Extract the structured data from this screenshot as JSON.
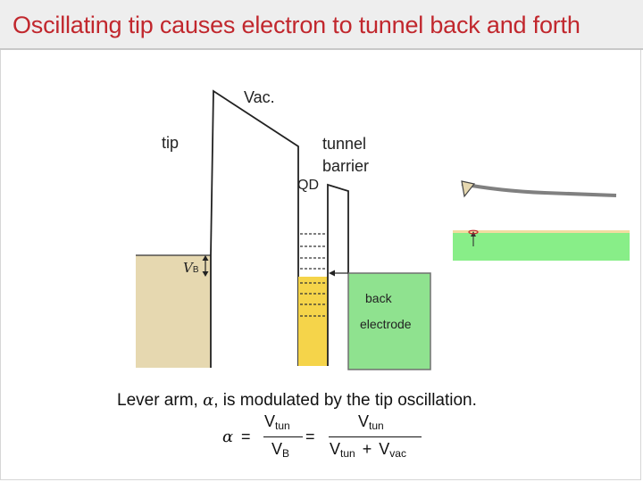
{
  "title": "Oscillating tip causes electron to tunnel back and forth",
  "labels": {
    "vac": "Vac.",
    "tip": "tip",
    "tunnel_barrier_line1": "tunnel",
    "tunnel_barrier_line2": "barrier",
    "qd": "QD",
    "vb_main": "V",
    "vb_sub": "B",
    "back_electrode_line1": "back",
    "back_electrode_line2": "electrode"
  },
  "lever_arm": {
    "text_before": "Lever arm, ",
    "symbol": "α",
    "text_after": ", is modulated by the tip oscillation."
  },
  "equation": {
    "alpha": "α",
    "equals": "=",
    "num1_main": "V",
    "num1_sub": "tun",
    "den1_main": "V",
    "den1_sub": "B",
    "num2_main": "V",
    "num2_sub": "tun",
    "den2_a_main": "V",
    "den2_a_sub": "tun",
    "plus": "+",
    "den2_b_main": "V",
    "den2_b_sub": "vac"
  },
  "colors": {
    "title_text": "#c1272d",
    "tip_fill": "#e6d8b0",
    "qd_fill": "#f5d44a",
    "electrode_fill": "#8fe28f",
    "electrode_border": "#707070",
    "sample_green": "#88ee88",
    "cantilever": "#808080",
    "electron_red": "#c1272d"
  },
  "icons": [
    "double-arrow-icon",
    "arrow-left-icon",
    "tip-triangle-icon",
    "arrow-up-icon"
  ]
}
